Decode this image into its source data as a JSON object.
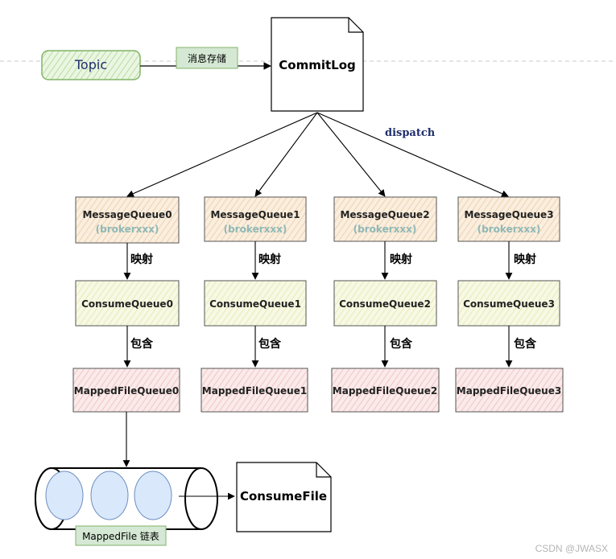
{
  "topic": {
    "label": "Topic"
  },
  "store_edge": {
    "label": "消息存储"
  },
  "commitlog": {
    "label": "CommitLog"
  },
  "dispatch": {
    "label": "dispatch"
  },
  "map_label": "映射",
  "contain_label": "包含",
  "columns": [
    {
      "mq": "MessageQueue0",
      "broker": "(brokerxxx)",
      "cq": "ConsumeQueue0",
      "mf": "MappedFileQueue0"
    },
    {
      "mq": "MessageQueue1",
      "broker": "(brokerxxx)",
      "cq": "ConsumeQueue1",
      "mf": "MappedFileQueue1"
    },
    {
      "mq": "MessageQueue2",
      "broker": "(brokerxxx)",
      "cq": "ConsumeQueue2",
      "mf": "MappedFileQueue2"
    },
    {
      "mq": "MessageQueue3",
      "broker": "(brokerxxx)",
      "cq": "ConsumeQueue3",
      "mf": "MappedFileQueue3"
    }
  ],
  "mappedfile_list": {
    "label": "MappedFile 链表"
  },
  "consumefile": {
    "label": "ConsumeFile"
  },
  "watermark": "CSDN @JWASX",
  "colors": {
    "topic_fill": "#e2f3d8",
    "topic_stroke": "#82b366",
    "topic_text": "#1f2d6b",
    "mq_fill": "#f8e6d2",
    "cq_fill": "#f5f7d8",
    "mf_fill": "#f8dede",
    "label_green_fill": "#d5e8d4",
    "label_green_stroke": "#82b366",
    "broker_text": "#8fb8b5",
    "dispatch_text": "#1f2d6b",
    "circle_fill": "#dae8fc"
  }
}
